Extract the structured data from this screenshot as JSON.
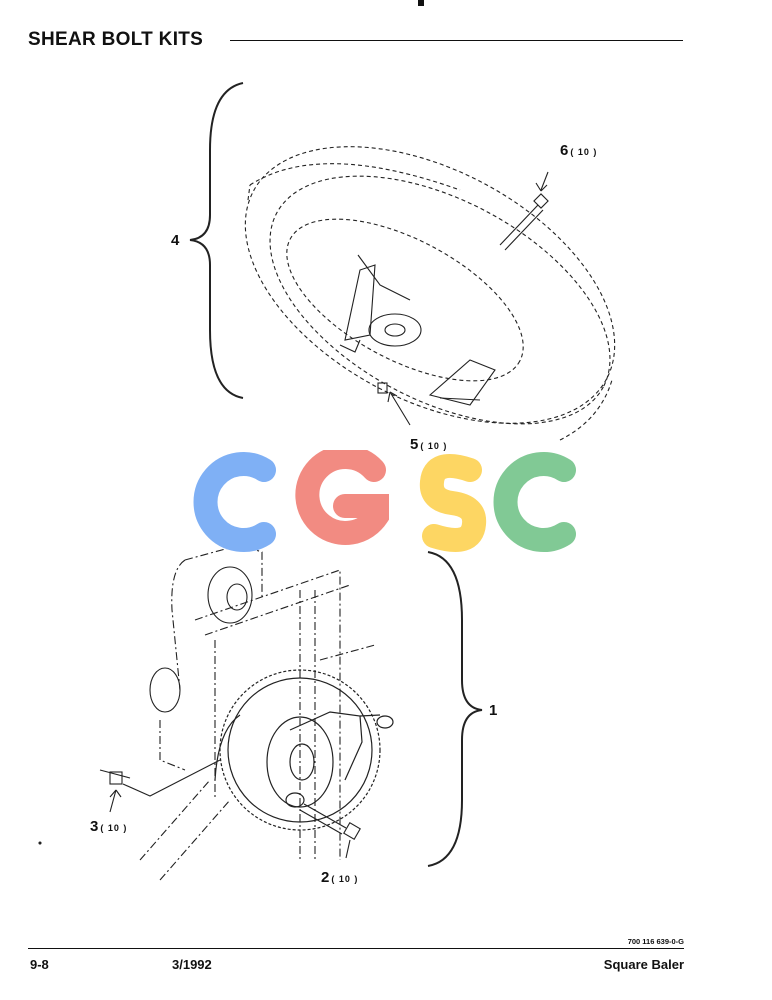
{
  "header": {
    "title": "SHEAR BOLT KITS"
  },
  "callouts": [
    {
      "id": "6",
      "qty": "( 10 )"
    },
    {
      "id": "4",
      "qty": ""
    },
    {
      "id": "5",
      "qty": "( 10 )"
    },
    {
      "id": "1",
      "qty": ""
    },
    {
      "id": "3",
      "qty": "( 10 )"
    },
    {
      "id": "2",
      "qty": "( 10 )"
    }
  ],
  "watermark": {
    "text": "CGSC",
    "colors": [
      "#7fb0f5",
      "#f28b82",
      "#fdd663",
      "#81c995"
    ]
  },
  "footer": {
    "code": "700 116 639-0-G",
    "page": "9-8",
    "date": "3/1992",
    "product": "Square Baler"
  }
}
